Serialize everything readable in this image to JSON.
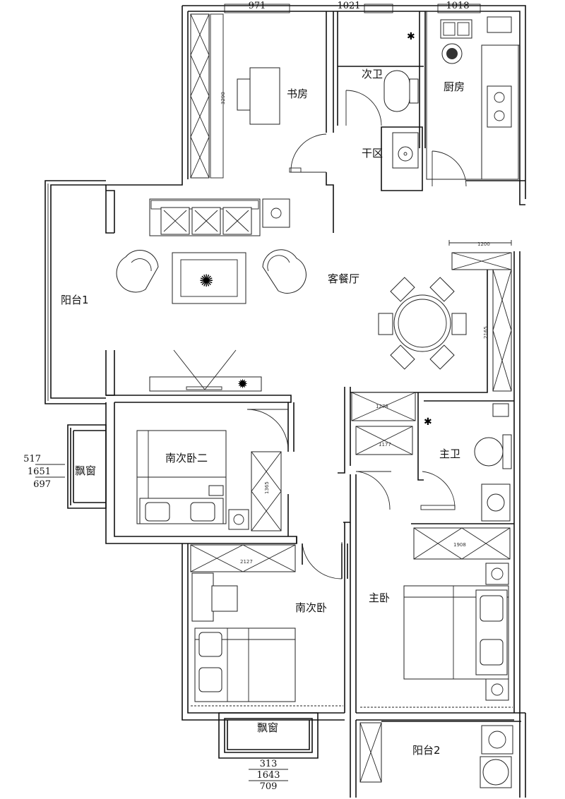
{
  "rooms": {
    "study": "书房",
    "second_bath": "次卫",
    "kitchen": "厨房",
    "dry_area": "干区",
    "living_dining": "客餐厅",
    "balcony_1": "阳台1",
    "south_bedroom_2": "南次卧二",
    "bay_window_left": "飘窗",
    "master_bath": "主卫",
    "south_bedroom": "南次卧",
    "master_bedroom": "主卧",
    "bay_window_bottom": "飘窗",
    "balcony_2": "阳台2"
  },
  "dimensions": {
    "top_left": "971",
    "top_mid": "1021",
    "top_right": "1018",
    "wardrobe_left": "1200",
    "cabinet_right": "2165",
    "cabinet_upper": "1278",
    "cabinet_lower": "1177",
    "study_depth": "3290",
    "bedroom2_wardrobe": "1365",
    "south_wardrobe": "2127",
    "master_cabinet": "1908",
    "bay_left": [
      "517",
      "1651",
      "697"
    ],
    "bay_bottom": [
      "313",
      "1643",
      "709"
    ]
  }
}
